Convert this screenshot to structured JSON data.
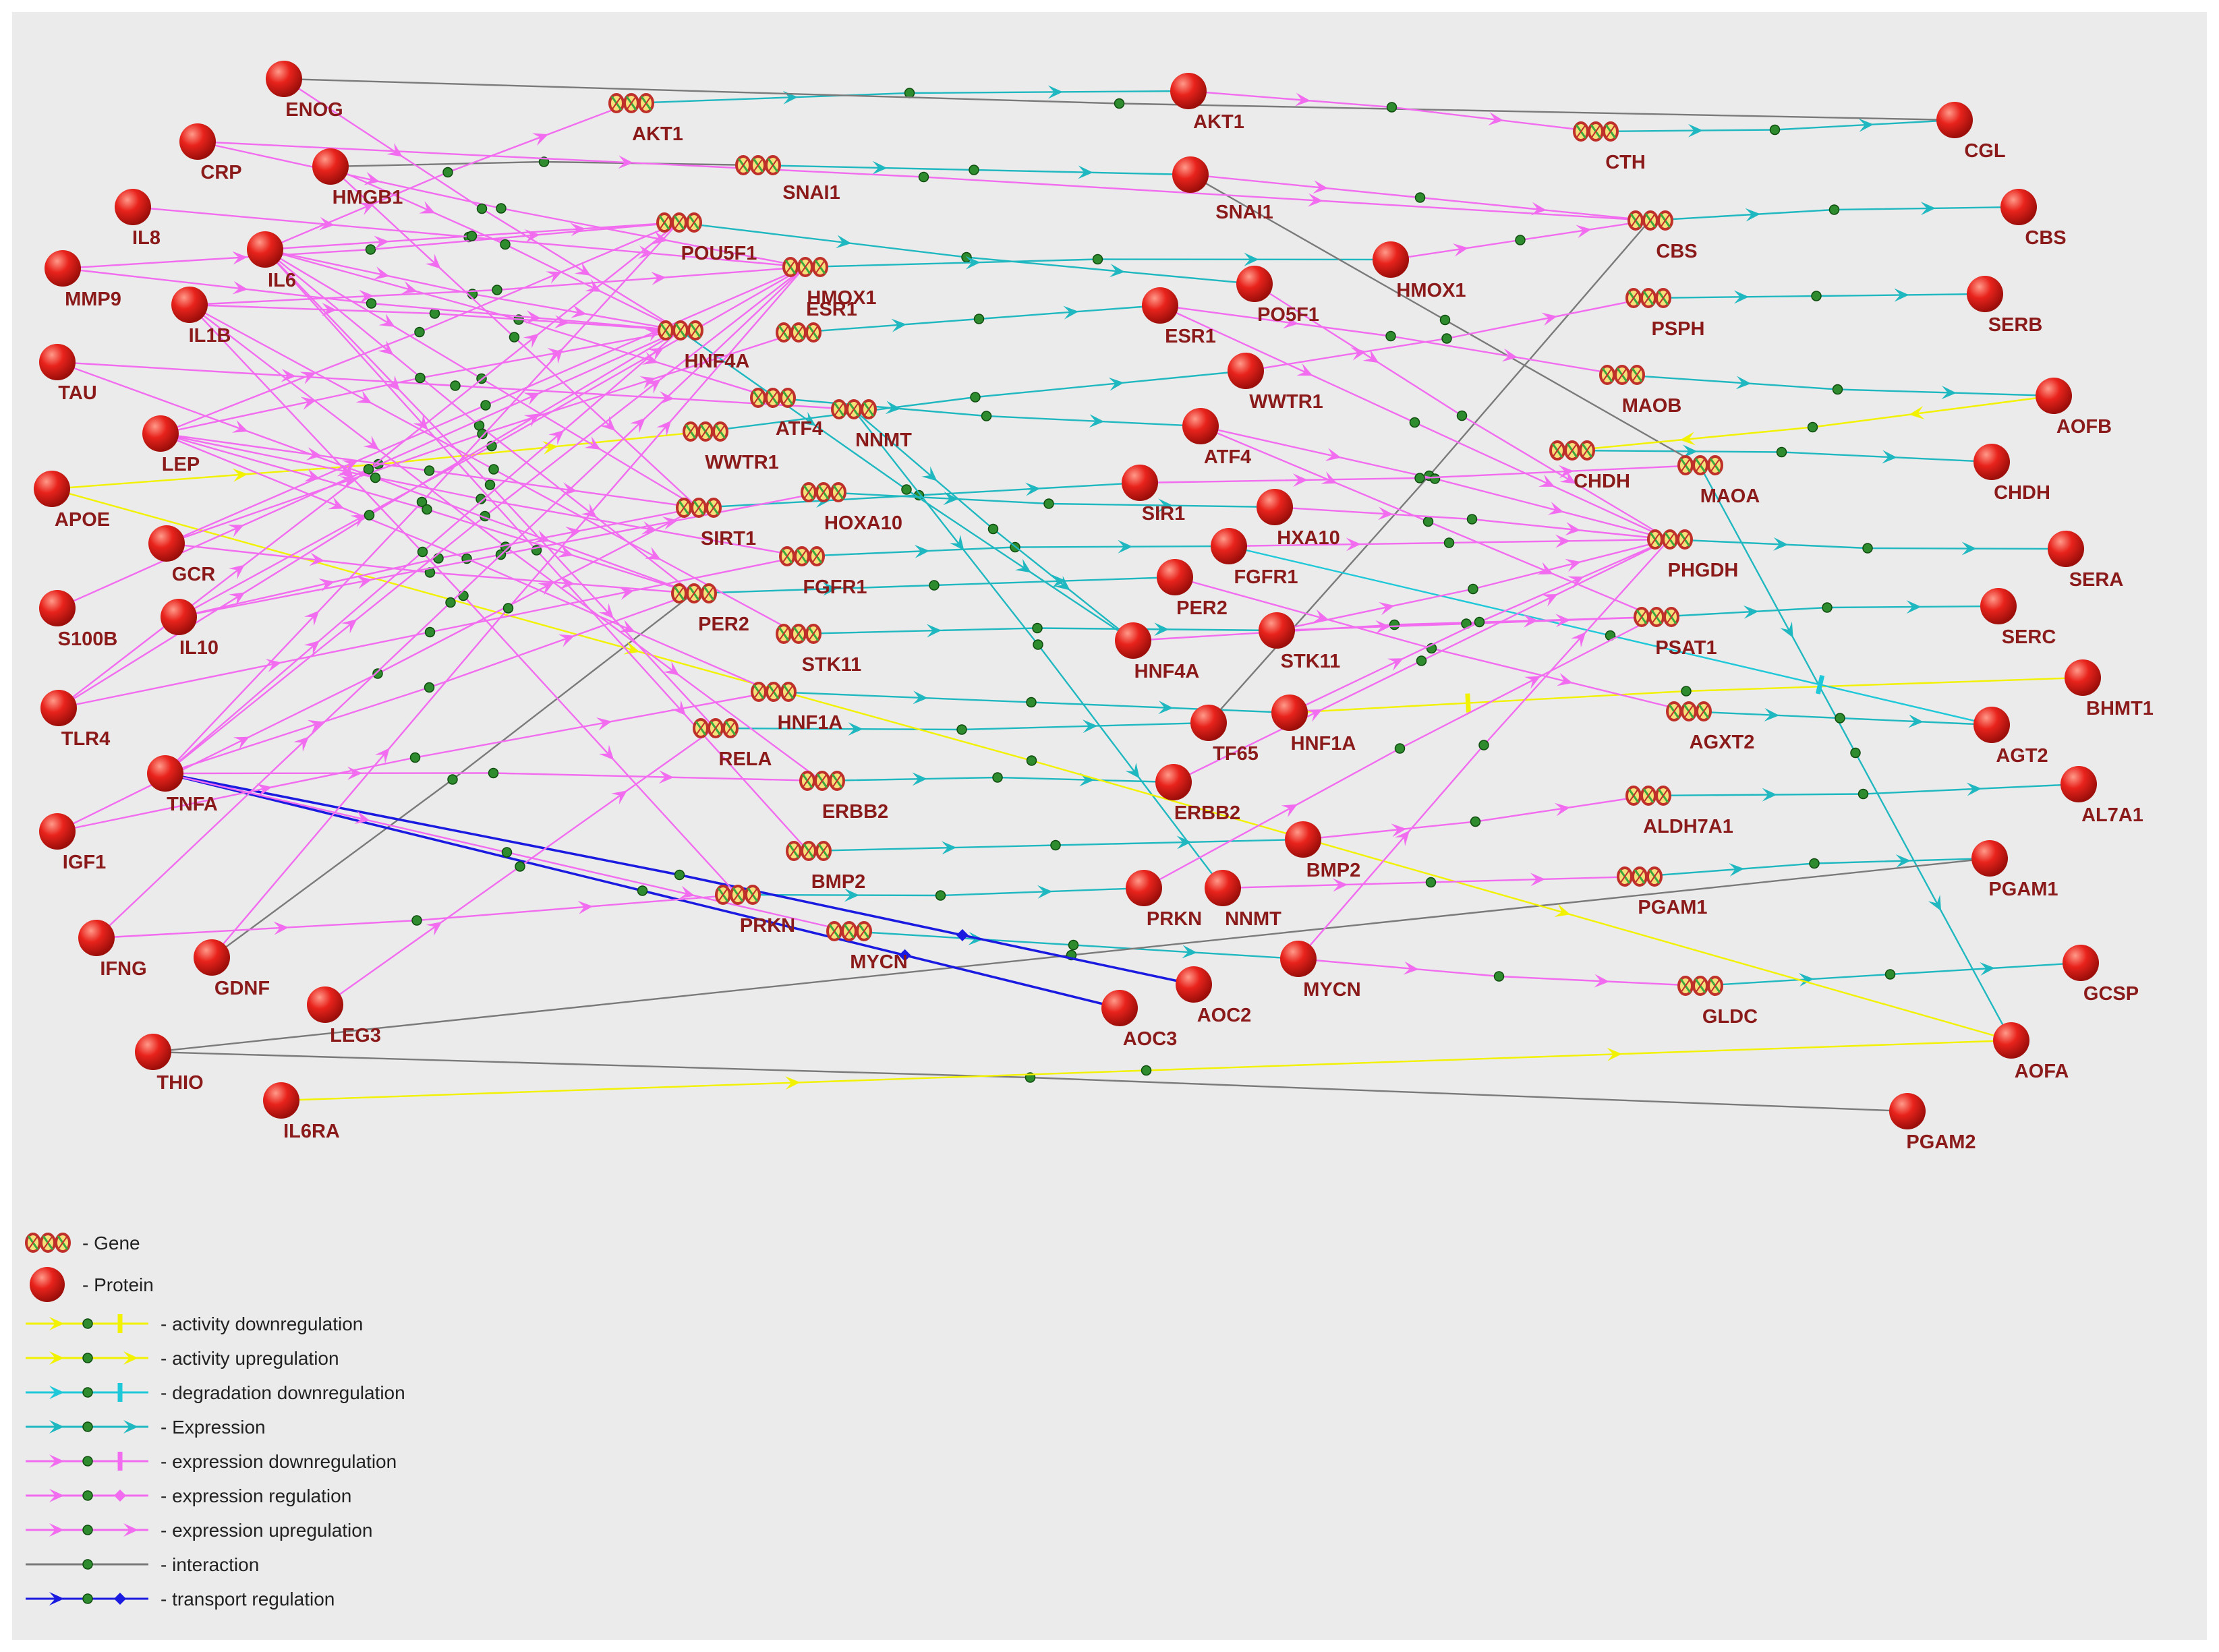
{
  "colors": {
    "background": "#ebebeb",
    "border": "#ffffff",
    "protein": "#e8231c",
    "label": "#8b1a1a",
    "dot": "#2e8b2e",
    "activity": "#f2f200",
    "degradation": "#1ec8d8",
    "expression": "#20b8c0",
    "regulation": "#f26cf0",
    "interaction": "#7a7a7a",
    "transport": "#1a1ae0"
  },
  "proteins": [
    {
      "id": "ENOG",
      "label": "ENOG"
    },
    {
      "id": "CRP",
      "label": "CRP"
    },
    {
      "id": "HMGB1",
      "label": "HMGB1"
    },
    {
      "id": "IL8",
      "label": "IL8"
    },
    {
      "id": "MMP9",
      "label": "MMP9"
    },
    {
      "id": "IL6",
      "label": "IL6"
    },
    {
      "id": "IL1B",
      "label": "IL1B"
    },
    {
      "id": "TAU",
      "label": "TAU"
    },
    {
      "id": "LEP",
      "label": "LEP"
    },
    {
      "id": "APOE",
      "label": "APOE"
    },
    {
      "id": "GCR",
      "label": "GCR"
    },
    {
      "id": "S100B",
      "label": "S100B"
    },
    {
      "id": "IL10",
      "label": "IL10"
    },
    {
      "id": "TLR4",
      "label": "TLR4"
    },
    {
      "id": "TNFA",
      "label": "TNFA"
    },
    {
      "id": "IGF1",
      "label": "IGF1"
    },
    {
      "id": "IFNG",
      "label": "IFNG"
    },
    {
      "id": "GDNF",
      "label": "GDNF"
    },
    {
      "id": "LEG3",
      "label": "LEG3"
    },
    {
      "id": "THIO",
      "label": "THIO"
    },
    {
      "id": "IL6RA",
      "label": "IL6RA"
    },
    {
      "id": "AKT1p",
      "label": "AKT1"
    },
    {
      "id": "SNAI1p",
      "label": "SNAI1"
    },
    {
      "id": "HMOX1p",
      "label": "HMOX1"
    },
    {
      "id": "PO5F1",
      "label": "PO5F1"
    },
    {
      "id": "ESR1p",
      "label": "ESR1"
    },
    {
      "id": "WWTR1p",
      "label": "WWTR1"
    },
    {
      "id": "ATF4p",
      "label": "ATF4"
    },
    {
      "id": "SIR1",
      "label": "SIR1"
    },
    {
      "id": "HXA10",
      "label": "HXA10"
    },
    {
      "id": "FGFR1p",
      "label": "FGFR1"
    },
    {
      "id": "PER2p",
      "label": "PER2"
    },
    {
      "id": "HNF4Ap",
      "label": "HNF4A"
    },
    {
      "id": "STK11p",
      "label": "STK11"
    },
    {
      "id": "TF65",
      "label": "TF65"
    },
    {
      "id": "HNF1Ap",
      "label": "HNF1A"
    },
    {
      "id": "ERBB2p",
      "label": "ERBB2"
    },
    {
      "id": "BMP2p",
      "label": "BMP2"
    },
    {
      "id": "PRKNp",
      "label": "PRKN"
    },
    {
      "id": "NNMTp",
      "label": "NNMT"
    },
    {
      "id": "MYCNp",
      "label": "MYCN"
    },
    {
      "id": "AOC2",
      "label": "AOC2"
    },
    {
      "id": "AOC3",
      "label": "AOC3"
    },
    {
      "id": "CGL",
      "label": "CGL"
    },
    {
      "id": "CBS",
      "label": "CBS"
    },
    {
      "id": "SERB",
      "label": "SERB"
    },
    {
      "id": "AOFB",
      "label": "AOFB"
    },
    {
      "id": "CHDHp",
      "label": "CHDH"
    },
    {
      "id": "SERA",
      "label": "SERA"
    },
    {
      "id": "SERC",
      "label": "SERC"
    },
    {
      "id": "BHMT1",
      "label": "BHMT1"
    },
    {
      "id": "AGT2",
      "label": "AGT2"
    },
    {
      "id": "AL7A1",
      "label": "AL7A1"
    },
    {
      "id": "PGAM1p",
      "label": "PGAM1"
    },
    {
      "id": "GCSP",
      "label": "GCSP"
    },
    {
      "id": "AOFA",
      "label": "AOFA"
    },
    {
      "id": "PGAM2",
      "label": "PGAM2"
    }
  ],
  "genes": [
    {
      "id": "AKT1g",
      "label": "AKT1"
    },
    {
      "id": "SNAI1g",
      "label": "SNAI1"
    },
    {
      "id": "POU5F1",
      "label": "POU5F1"
    },
    {
      "id": "HMOX1g",
      "label": "HMOX1"
    },
    {
      "id": "HNF4Ag",
      "label": "HNF4A"
    },
    {
      "id": "ESR1g",
      "label": "ESR1"
    },
    {
      "id": "ATF4g",
      "label": "ATF4"
    },
    {
      "id": "NNMTg",
      "label": "NNMT"
    },
    {
      "id": "WWTR1g",
      "label": "WWTR1"
    },
    {
      "id": "HOXA10",
      "label": "HOXA10"
    },
    {
      "id": "SIRT1",
      "label": "SIRT1"
    },
    {
      "id": "FGFR1g",
      "label": "FGFR1"
    },
    {
      "id": "PER2g",
      "label": "PER2"
    },
    {
      "id": "STK11g",
      "label": "STK11"
    },
    {
      "id": "HNF1Ag",
      "label": "HNF1A"
    },
    {
      "id": "RELA",
      "label": "RELA"
    },
    {
      "id": "ERBB2g",
      "label": "ERBB2"
    },
    {
      "id": "BMP2g",
      "label": "BMP2"
    },
    {
      "id": "PRKNg",
      "label": "PRKN"
    },
    {
      "id": "MYCNg",
      "label": "MYCN"
    },
    {
      "id": "CTH",
      "label": "CTH"
    },
    {
      "id": "CBSg",
      "label": "CBS"
    },
    {
      "id": "PSPH",
      "label": "PSPH"
    },
    {
      "id": "MAOB",
      "label": "MAOB"
    },
    {
      "id": "CHDHg",
      "label": "CHDH"
    },
    {
      "id": "MAOA",
      "label": "MAOA"
    },
    {
      "id": "PHGDH",
      "label": "PHGDH"
    },
    {
      "id": "PSAT1",
      "label": "PSAT1"
    },
    {
      "id": "AGXT2",
      "label": "AGXT2"
    },
    {
      "id": "ALDH7A1",
      "label": "ALDH7A1"
    },
    {
      "id": "PGAM1g",
      "label": "PGAM1"
    },
    {
      "id": "GLDC",
      "label": "GLDC"
    }
  ],
  "edges": [
    [
      "AKT1g",
      "AKT1p",
      "expression"
    ],
    [
      "SNAI1g",
      "SNAI1p",
      "expression"
    ],
    [
      "POU5F1",
      "PO5F1",
      "expression"
    ],
    [
      "HMOX1g",
      "HMOX1p",
      "expression"
    ],
    [
      "ESR1g",
      "ESR1p",
      "expression"
    ],
    [
      "ATF4g",
      "ATF4p",
      "expression"
    ],
    [
      "WWTR1g",
      "WWTR1p",
      "expression"
    ],
    [
      "SIRT1",
      "SIR1",
      "expression"
    ],
    [
      "HOXA10",
      "HXA10",
      "expression"
    ],
    [
      "FGFR1g",
      "FGFR1p",
      "expression"
    ],
    [
      "PER2g",
      "PER2p",
      "expression"
    ],
    [
      "HNF4Ag",
      "HNF4Ap",
      "expression"
    ],
    [
      "STK11g",
      "STK11p",
      "expression"
    ],
    [
      "HNF1Ag",
      "HNF1Ap",
      "expression"
    ],
    [
      "RELA",
      "TF65",
      "expression"
    ],
    [
      "ERBB2g",
      "ERBB2p",
      "expression"
    ],
    [
      "BMP2g",
      "BMP2p",
      "expression"
    ],
    [
      "PRKNg",
      "PRKNp",
      "expression"
    ],
    [
      "NNMTg",
      "NNMTp",
      "expression"
    ],
    [
      "MYCNg",
      "MYCNp",
      "expression"
    ],
    [
      "CTH",
      "CGL",
      "expression"
    ],
    [
      "CBSg",
      "CBS",
      "expression"
    ],
    [
      "PSPH",
      "SERB",
      "expression"
    ],
    [
      "MAOB",
      "AOFB",
      "expression"
    ],
    [
      "CHDHg",
      "CHDHp",
      "expression"
    ],
    [
      "MAOA",
      "AOFA",
      "expression"
    ],
    [
      "PHGDH",
      "SERA",
      "expression"
    ],
    [
      "PSAT1",
      "SERC",
      "expression"
    ],
    [
      "AGXT2",
      "AGT2",
      "expression"
    ],
    [
      "ALDH7A1",
      "AL7A1",
      "expression"
    ],
    [
      "PGAM1g",
      "PGAM1p",
      "expression"
    ],
    [
      "GLDC",
      "GCSP",
      "expression"
    ],
    [
      "ENOG",
      "CGL",
      "interaction"
    ],
    [
      "HMGB1",
      "SNAI1g",
      "interaction"
    ],
    [
      "SNAI1p",
      "MAOA",
      "interaction"
    ],
    [
      "GDNF",
      "PER2g",
      "interaction"
    ],
    [
      "THIO",
      "PGAM2",
      "interaction"
    ],
    [
      "THIO",
      "PGAM1p",
      "interaction"
    ],
    [
      "TF65",
      "CBSg",
      "interaction"
    ],
    [
      "TNFA",
      "AOC2",
      "transport"
    ],
    [
      "TNFA",
      "AOC3",
      "transport"
    ],
    [
      "APOE",
      "WWTR1g",
      "activity_up"
    ],
    [
      "APOE",
      "AOFA",
      "activity_up"
    ],
    [
      "IL6RA",
      "AOFA",
      "activity_up"
    ],
    [
      "AOFB",
      "CHDHg",
      "activity_up"
    ],
    [
      "BHMT1",
      "HNF1Ap",
      "activity_down"
    ],
    [
      "FGFR1p",
      "AGT2",
      "degradation_down"
    ],
    [
      "NNMTg",
      "HNF4Ap",
      "expression"
    ],
    [
      "CRP",
      "CBSg",
      "regulation"
    ],
    [
      "IL8",
      "HMOX1g",
      "regulation"
    ],
    [
      "MMP9",
      "POU5F1",
      "regulation"
    ],
    [
      "IL6",
      "AKT1g",
      "regulation"
    ],
    [
      "IL6",
      "POU5F1",
      "regulation"
    ],
    [
      "IL6",
      "HNF4Ag",
      "regulation"
    ],
    [
      "IL6",
      "ATF4g",
      "regulation"
    ],
    [
      "IL6",
      "SIRT1",
      "regulation"
    ],
    [
      "IL6",
      "PER2g",
      "regulation"
    ],
    [
      "IL6",
      "RELA",
      "regulation"
    ],
    [
      "IL6",
      "BMP2g",
      "regulation"
    ],
    [
      "IL1B",
      "HMOX1g",
      "regulation"
    ],
    [
      "IL1B",
      "HNF4Ag",
      "regulation"
    ],
    [
      "IL1B",
      "STK11g",
      "regulation"
    ],
    [
      "IL1B",
      "ERBB2g",
      "regulation"
    ],
    [
      "IL1B",
      "PRKNg",
      "regulation"
    ],
    [
      "TAU",
      "NNMTg",
      "regulation"
    ],
    [
      "LEP",
      "POU5F1",
      "regulation"
    ],
    [
      "LEP",
      "HNF4Ag",
      "regulation"
    ],
    [
      "LEP",
      "SIRT1",
      "regulation"
    ],
    [
      "LEP",
      "FGFR1g",
      "regulation"
    ],
    [
      "LEP",
      "HNF1Ag",
      "regulation"
    ],
    [
      "GCR",
      "HMOX1g",
      "regulation"
    ],
    [
      "GCR",
      "PER2g",
      "regulation"
    ],
    [
      "GCR",
      "ESR1g",
      "regulation"
    ],
    [
      "S100B",
      "HNF4Ag",
      "regulation"
    ],
    [
      "IL10",
      "HMOX1g",
      "regulation"
    ],
    [
      "IL10",
      "SIRT1",
      "regulation"
    ],
    [
      "IL10",
      "HOXA10",
      "regulation"
    ],
    [
      "TLR4",
      "POU5F1",
      "regulation"
    ],
    [
      "TLR4",
      "HNF4Ag",
      "regulation"
    ],
    [
      "TLR4",
      "FGFR1g",
      "regulation"
    ],
    [
      "TNFA",
      "POU5F1",
      "regulation"
    ],
    [
      "TNFA",
      "HMOX1g",
      "regulation"
    ],
    [
      "TNFA",
      "HNF4Ag",
      "regulation"
    ],
    [
      "TNFA",
      "PER2g",
      "regulation"
    ],
    [
      "TNFA",
      "ERBB2g",
      "regulation"
    ],
    [
      "TNFA",
      "MYCNg",
      "regulation"
    ],
    [
      "IGF1",
      "SIRT1",
      "regulation"
    ],
    [
      "IGF1",
      "HNF1Ag",
      "regulation"
    ],
    [
      "IFNG",
      "HMOX1g",
      "regulation"
    ],
    [
      "IFNG",
      "PRKNg",
      "regulation"
    ],
    [
      "GDNF",
      "HMOX1g",
      "regulation"
    ],
    [
      "LEG3",
      "RELA",
      "regulation"
    ],
    [
      "CRP",
      "HMOX1g",
      "regulation"
    ],
    [
      "AKT1p",
      "CTH",
      "regulation"
    ],
    [
      "SNAI1p",
      "CBSg",
      "regulation"
    ],
    [
      "PO5F1",
      "PHGDH",
      "regulation"
    ],
    [
      "ESR1p",
      "MAOB",
      "regulation"
    ],
    [
      "ESR1p",
      "PHGDH",
      "regulation"
    ],
    [
      "WWTR1p",
      "PSPH",
      "regulation"
    ],
    [
      "ATF4p",
      "PHGDH",
      "regulation"
    ],
    [
      "ATF4p",
      "PSAT1",
      "regulation"
    ],
    [
      "SIR1",
      "MAOA",
      "regulation"
    ],
    [
      "HXA10",
      "PHGDH",
      "regulation"
    ],
    [
      "FGFR1p",
      "PHGDH",
      "regulation"
    ],
    [
      "PER2p",
      "AGXT2",
      "regulation"
    ],
    [
      "HNF4Ap",
      "PSAT1",
      "regulation"
    ],
    [
      "STK11p",
      "PSAT1",
      "regulation"
    ],
    [
      "STK11p",
      "PHGDH",
      "regulation"
    ],
    [
      "HNF1Ap",
      "PHGDH",
      "regulation"
    ],
    [
      "ERBB2p",
      "PHGDH",
      "regulation"
    ],
    [
      "BMP2p",
      "ALDH7A1",
      "regulation"
    ],
    [
      "PRKNp",
      "PSAT1",
      "regulation"
    ],
    [
      "NNMTp",
      "PGAM1g",
      "regulation"
    ],
    [
      "MYCNp",
      "GLDC",
      "regulation"
    ],
    [
      "MYCNp",
      "PHGDH",
      "regulation"
    ],
    [
      "HMOX1p",
      "CBSg",
      "regulation"
    ],
    [
      "ENOG",
      "HNF4Ag",
      "regulation"
    ],
    [
      "HMGB1",
      "HNF4Ag",
      "regulation"
    ],
    [
      "HMGB1",
      "SIRT1",
      "regulation"
    ],
    [
      "MMP9",
      "HNF4Ag",
      "regulation"
    ],
    [
      "LEP",
      "PER2g",
      "regulation"
    ],
    [
      "TAU",
      "PER2g",
      "regulation"
    ]
  ],
  "legend": {
    "gene": "- Gene",
    "protein": "- Protein",
    "items": [
      {
        "label": "- activity downregulation",
        "color": "#f2f200",
        "end": "bar"
      },
      {
        "label": "- activity upregulation",
        "color": "#f2f200",
        "end": "arrow"
      },
      {
        "label": "- degradation downregulation",
        "color": "#1ec8d8",
        "end": "bar"
      },
      {
        "label": "- Expression",
        "color": "#20b8c0",
        "end": "arrow"
      },
      {
        "label": "- expression downregulation",
        "color": "#f26cf0",
        "end": "bar"
      },
      {
        "label": "- expression regulation",
        "color": "#f26cf0",
        "end": "diamond"
      },
      {
        "label": "- expression upregulation",
        "color": "#f26cf0",
        "end": "arrow"
      },
      {
        "label": "- interaction",
        "color": "#7a7a7a",
        "end": "none"
      },
      {
        "label": "- transport regulation",
        "color": "#1a1ae0",
        "end": "diamond"
      }
    ]
  }
}
